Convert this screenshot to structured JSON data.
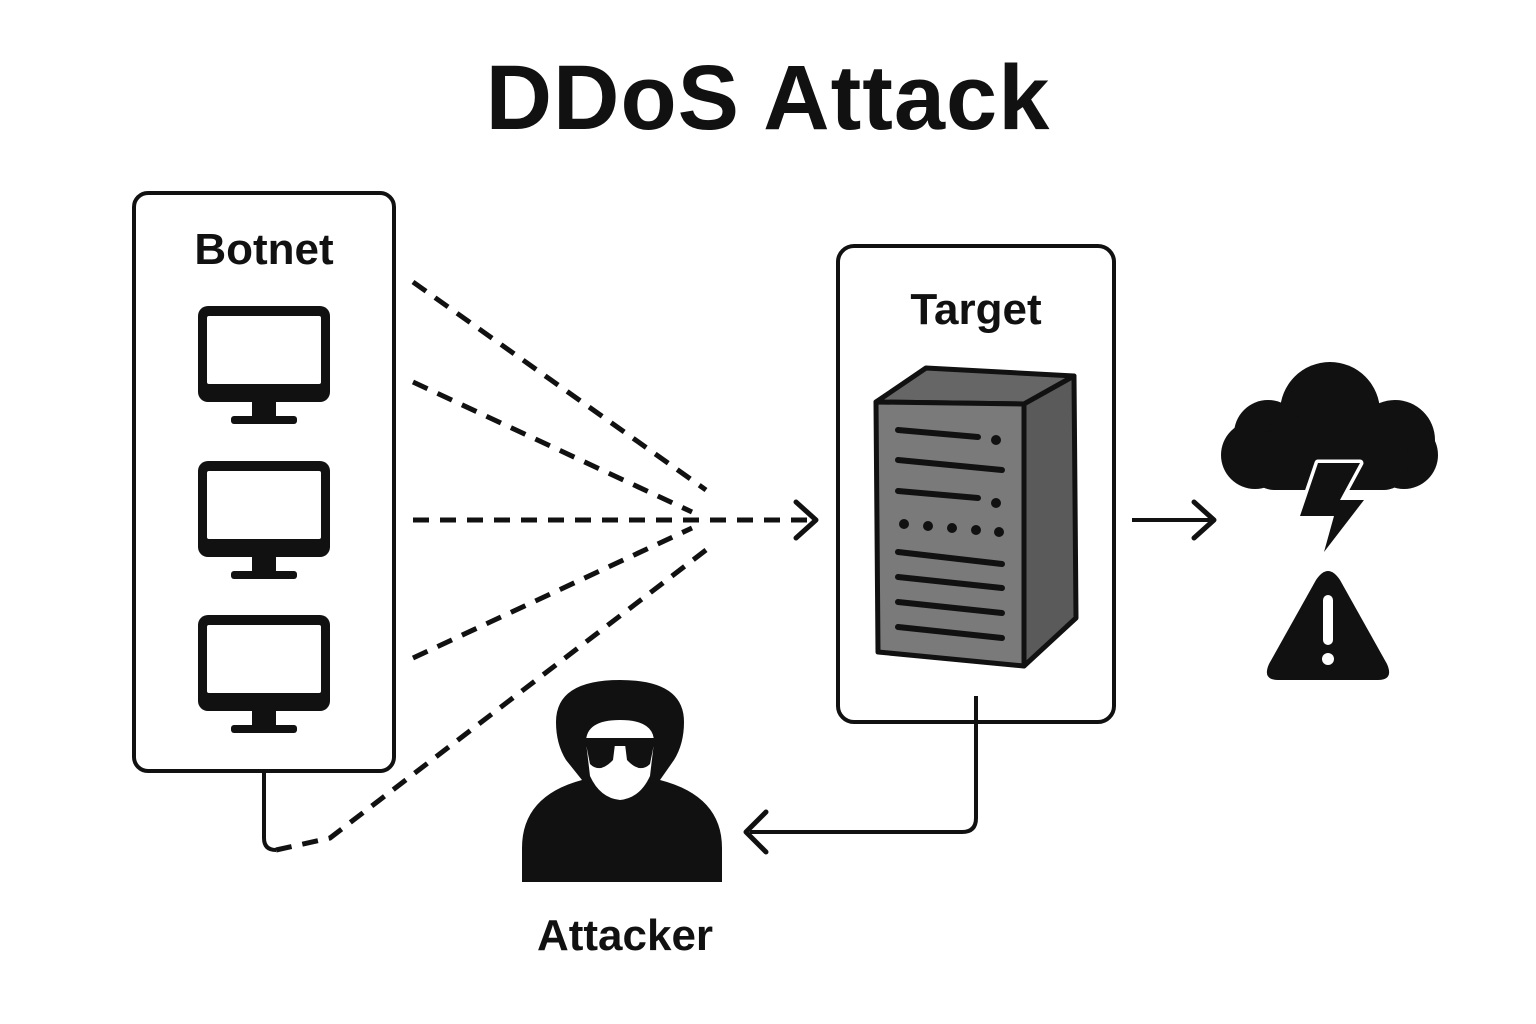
{
  "title": "DDoS Attack",
  "nodes": {
    "botnet": {
      "label": "Botnet",
      "computers": 3
    },
    "target": {
      "label": "Target"
    },
    "attacker": {
      "label": "Attacker"
    }
  },
  "icons": {
    "computer": "monitor-icon",
    "server": "server-icon",
    "attacker": "hooded-hacker-icon",
    "outcome": [
      "storm-cloud-icon",
      "warning-icon"
    ]
  },
  "colors": {
    "ink": "#111111",
    "server_front": "#7a7a7a",
    "server_top": "#666666",
    "server_side": "#5a5a5a"
  }
}
